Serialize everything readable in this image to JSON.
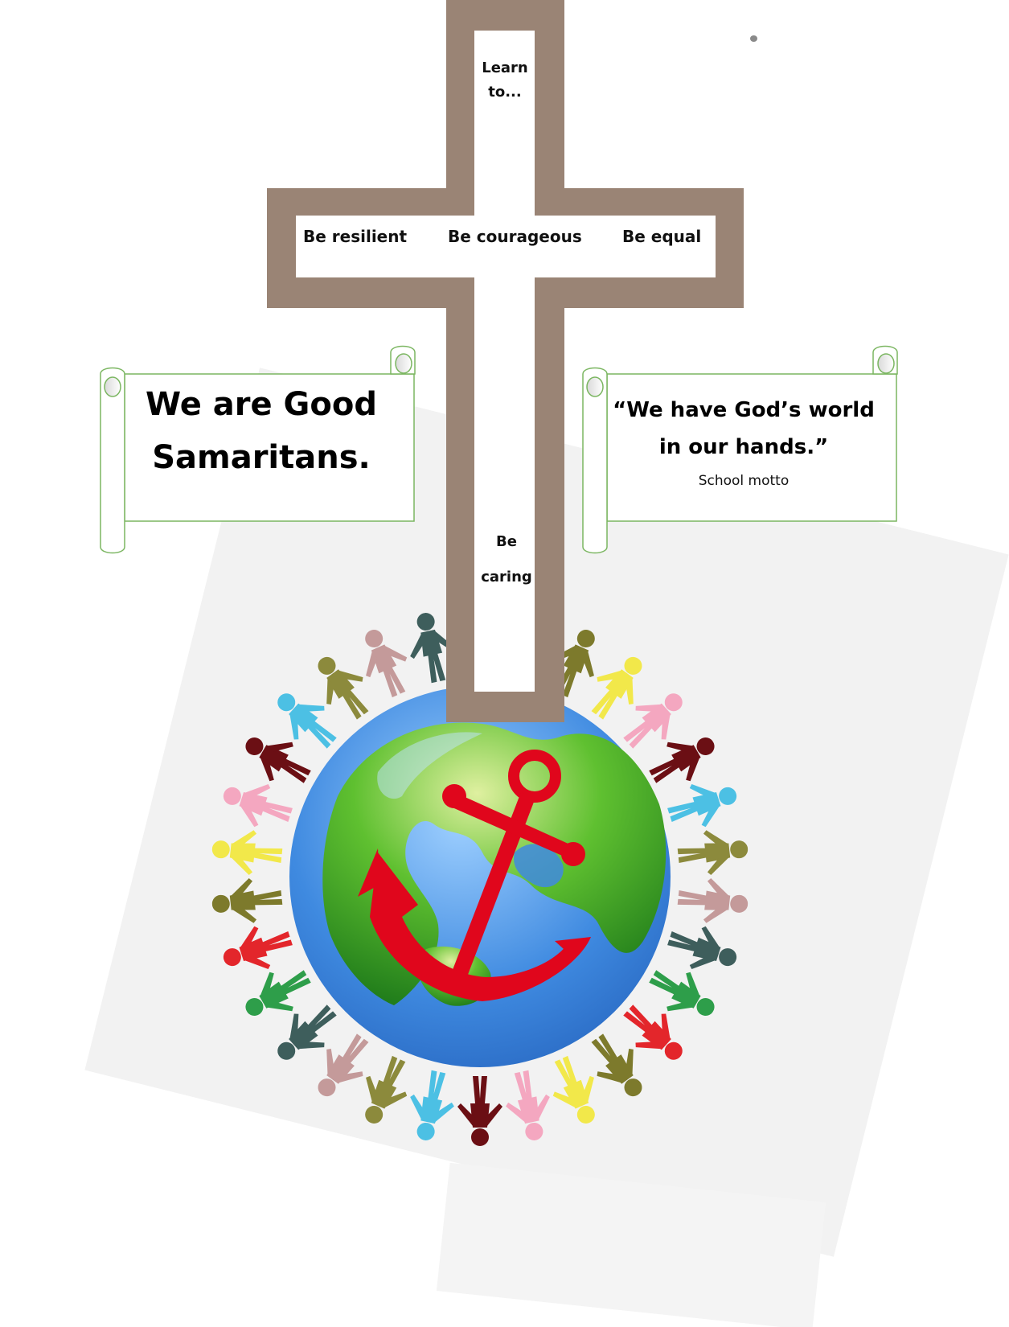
{
  "cross": {
    "top_text": [
      "Learn",
      "to..."
    ],
    "left_text": "Be resilient",
    "center_text": "Be courageous",
    "right_text": "Be equal",
    "bottom_text": [
      "Be",
      "caring"
    ]
  },
  "left_scroll": {
    "text": "We are Good Samaritans."
  },
  "right_scroll": {
    "quote": "“We have God’s world in our hands.”",
    "caption": "School motto"
  },
  "colors": {
    "cross_frame": "#9a8475",
    "cross_fill": "#ffffff",
    "anchor": "#e0061c",
    "ocean": "#3f8ae0",
    "land": "#4aa82a",
    "scroll_outline": "#7bb661",
    "figures": [
      "#2e9e4a",
      "#e3262b",
      "#7d7a2c",
      "#f2e84a",
      "#f4a7c0",
      "#6b0f14",
      "#4cc0e4",
      "#8c8a3c",
      "#c49a9a",
      "#3e5e5c"
    ]
  },
  "icons": {
    "cross": "cross-icon",
    "globe": "globe-icon",
    "anchor": "anchor-icon",
    "people": "person-figure-icon"
  }
}
